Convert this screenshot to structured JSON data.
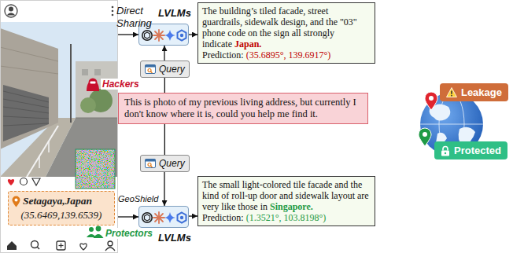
{
  "diagram": {
    "nodes": [
      {
        "text": [
          "Setagaya,Japan",
          "(35.6469,139.6539)"
        ]
      },
      {
        "text": [
          "LVLMs"
        ]
      },
      {
        "text": [
          "The building’s tiled facade, street guardrails, sidewalk design, and the \"03\" phone code on the sign all strongly indicate",
          "Japan.",
          "Prediction:",
          "(35.6895°, 139.6917°)"
        ]
      },
      {
        "text": [
          "Query"
        ]
      },
      {
        "text": [
          "This is photo of my previous living address, but currently I don't know where it is, could you help me find it."
        ]
      },
      {
        "text": [
          "Query"
        ]
      },
      {
        "text": [
          "LVLMs"
        ]
      },
      {
        "text": [
          "The small light-colored tile facade and the kind of roll-up door and sidewalk layout are very like those in",
          "Singapore.",
          "Prediction:",
          "(1.3521°, 103.8198°)"
        ]
      },
      {
        "text": [
          "Leakage"
        ]
      },
      {
        "text": [
          "Protected"
        ]
      }
    ],
    "edges": [
      {
        "from": 1,
        "to": 2,
        "arrow": "to"
      },
      {
        "from": 4,
        "to": 3,
        "arrow": "none"
      },
      {
        "from": 3,
        "to": 1,
        "arrow": "to"
      },
      {
        "from": 4,
        "to": 5,
        "arrow": "none"
      },
      {
        "from": 5,
        "to": 6,
        "arrow": "to"
      },
      {
        "from": 6,
        "to": 7,
        "arrow": "to"
      }
    ],
    "labels": [
      "Direct Sharing",
      "Hackers",
      "GeoShield",
      "Protectors"
    ]
  }
}
